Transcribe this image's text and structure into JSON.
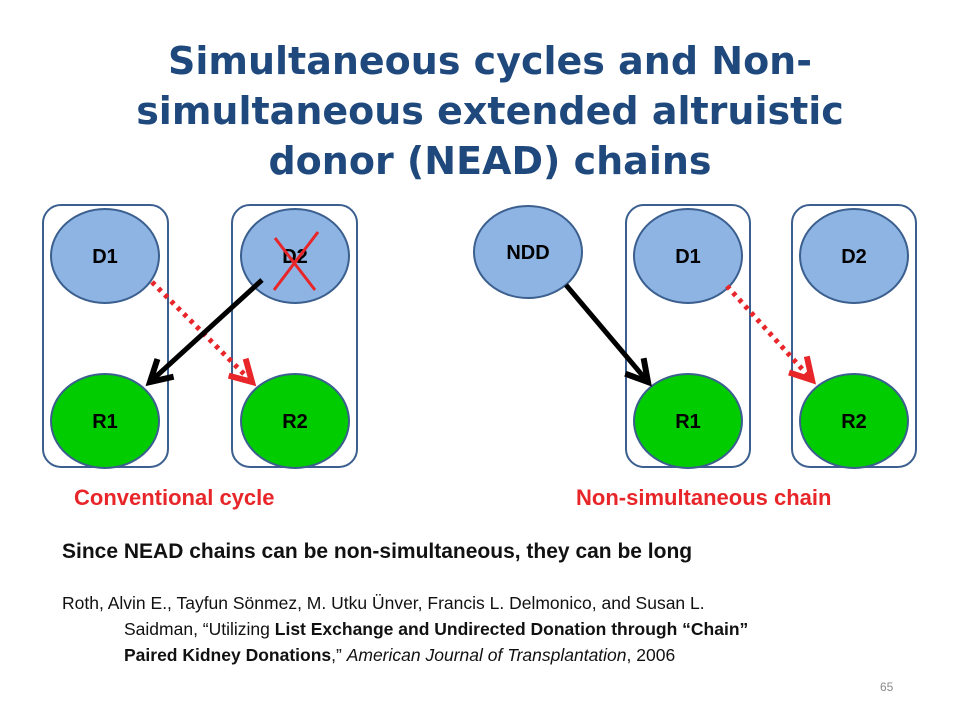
{
  "title": {
    "line1": "Simultaneous cycles and Non-",
    "line2": "simultaneous extended altruistic",
    "line3": "donor (NEAD) chains"
  },
  "diagrams": {
    "cycle": {
      "caption": "Conventional cycle",
      "nodes": {
        "d1": "D1",
        "d2": "D2",
        "r1": "R1",
        "r2": "R2"
      }
    },
    "chain": {
      "caption": "Non-simultaneous chain",
      "nodes": {
        "ndd": "NDD",
        "d1": "D1",
        "d2": "D2",
        "r1": "R1",
        "r2": "R2"
      }
    }
  },
  "note": "Since NEAD chains can be non-simultaneous, they can be long",
  "reference": {
    "authors": "Roth, Alvin E., Tayfun Sönmez, M. Utku Ünver, Francis L. Delmonico, and Susan L.",
    "authors_cont": "Saidman, ",
    "open_quote": "“",
    "title_a": "Utilizing ",
    "title_b": "List Exchange and Undirected Donation through “Chain”",
    "title_c": "Paired Kidney Donations",
    "close_quote": ",”",
    "journal": "American Journal of Transplantation",
    "year": ", 2006"
  },
  "page_number": "65",
  "colors": {
    "title": "#1f497d",
    "donor_fill": "#8eb4e3",
    "recipient_fill": "#00cc00",
    "node_stroke": "#3b5f8e",
    "caption": "#e8262a",
    "dotted_arrow": "#e8262a",
    "solid_arrow": "#000000"
  }
}
